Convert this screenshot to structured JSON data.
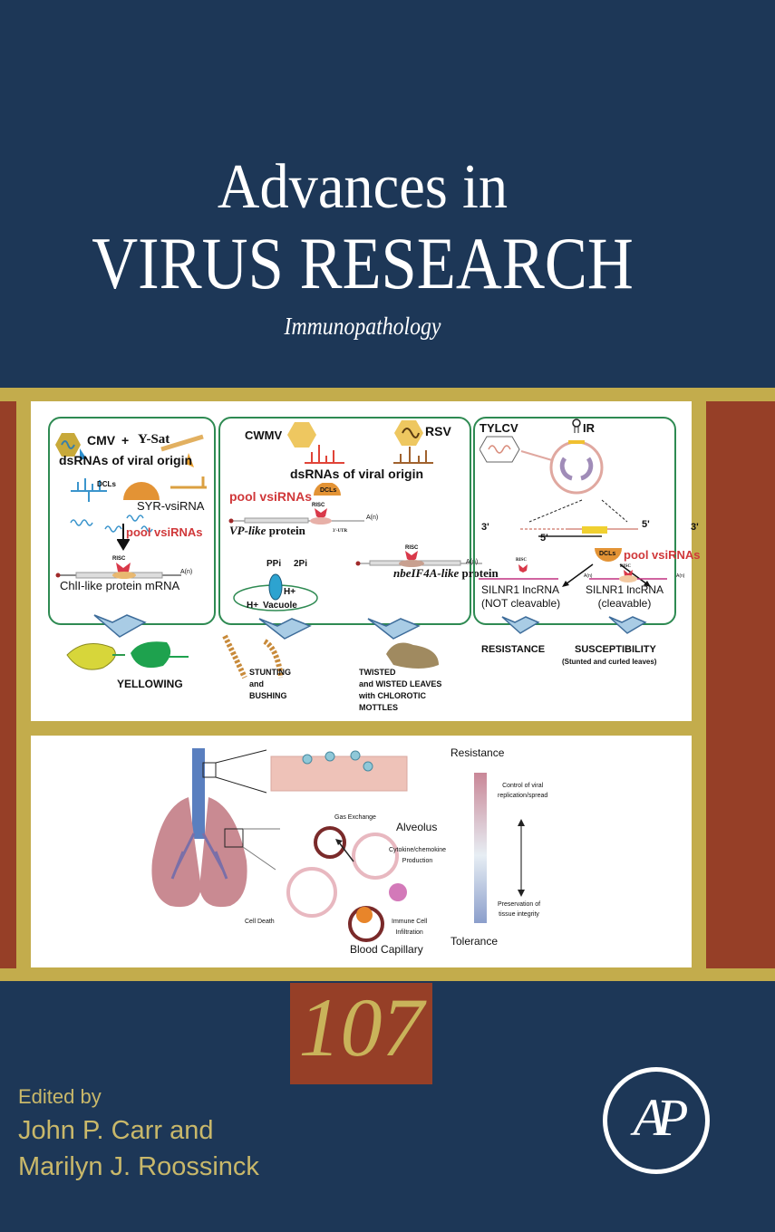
{
  "cover": {
    "series_title_line1": "Advances in",
    "series_title_line2": "VIRUS RESEARCH",
    "volume_subtitle": "Immunopathology",
    "volume_number": "107",
    "edited_by_label": "Edited by",
    "editor_line1": "John P. Carr and",
    "editor_line2": "Marilyn J. Roossinck",
    "publisher_logo_text": "AP",
    "colors": {
      "background": "#1d3757",
      "gold": "#c3ac4c",
      "rust": "#963f27",
      "volume_number": "#c9b35a",
      "editor_text": "#c9b86a",
      "box_border": "#2e8a52",
      "highlight_red": "#d0383a"
    }
  },
  "figure_top": {
    "panel1": {
      "virus": "CMV",
      "plus": "+",
      "satellite": "Y-Sat",
      "heading": "dsRNAs of viral origin",
      "dicer": "DCLs",
      "sirna": "SYR-vsiRNA",
      "pool": "pool vsiRNAs",
      "risc": "RISC",
      "polya": "A(n)",
      "target": "ChlI-like protein mRNA",
      "outcome": "YELLOWING"
    },
    "panel2": {
      "virus1": "CWMV",
      "virus2": "RSV",
      "heading": "dsRNAs of viral origin",
      "pool": "pool vsiRNAs",
      "dicer": "DCLs",
      "risc1": "RISC",
      "polya1": "A(n)",
      "target1_italic": "VP-like",
      "target1_rest": " protein",
      "utr": "3'-UTR",
      "risc2": "RISC",
      "polya2": "A(n)",
      "target2_italic": "nbeIF4A-like",
      "target2_rest": " protein",
      "ppi": "PPi",
      "twopi": "2Pi",
      "hplus1": "H+",
      "hplus2": "H+",
      "vacuole": "Vacuole",
      "outcome1_line1": "STUNTING",
      "outcome1_line2": "and",
      "outcome1_line3": "BUSHING",
      "outcome2_line1": "TWISTED",
      "outcome2_line2": "and WISTED LEAVES",
      "outcome2_line3": "with CHLOROTIC",
      "outcome2_line4": "MOTTLES"
    },
    "panel3": {
      "virus": "TYLCV",
      "ir": "IR",
      "three_prime_left": "3'",
      "five_prime_right": "5'",
      "five_prime_left": "5'",
      "three_prime_right": "3'",
      "dicer": "DCLs",
      "pool": "pool vsiRNAs",
      "risc": "RISC",
      "polya": "A(n)",
      "left_target_line1": "SILNR1 lncRNA",
      "left_target_line2": "(NOT cleavable)",
      "right_target_line1": "SILNR1 lncRNA",
      "right_target_line2": "(cleavable)",
      "outcome_left": "RESISTANCE",
      "outcome_right": "SUSCEPTIBILITY",
      "outcome_right_note": "(Stunted and curled leaves)"
    }
  },
  "figure_bottom": {
    "gas_exchange": "Gas Exchange",
    "alveolus": "Alveolus",
    "cytokine_line1": "Cytokine/chemokine",
    "cytokine_line2": "Production",
    "cell_death": "Cell Death",
    "immune_line1": "Immune Cell",
    "immune_line2": "Infiltration",
    "blood_capillary": "Blood Capillary",
    "resistance": "Resistance",
    "tolerance": "Tolerance",
    "control_line1": "Control of viral",
    "control_line2": "replication/spread",
    "preservation_line1": "Preservation of",
    "preservation_line2": "tissue integrity"
  }
}
